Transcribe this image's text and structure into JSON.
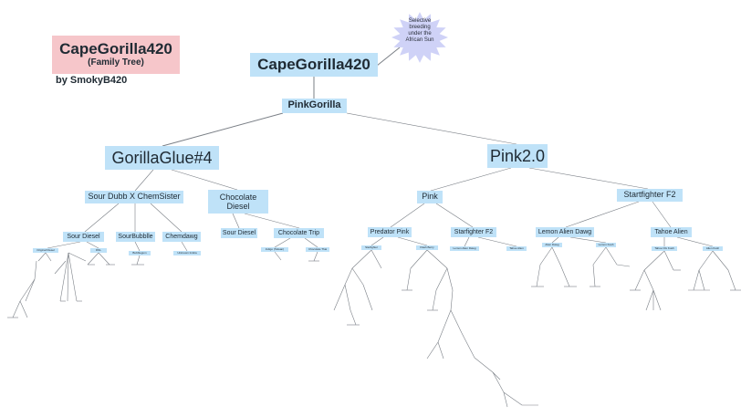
{
  "title": {
    "main": "CapeGorilla420",
    "subtitle": "(Family Tree)",
    "byline": "by SmokyB420"
  },
  "callout": {
    "lines": [
      "Selective",
      "breeding",
      "under the",
      "African Sun"
    ]
  },
  "colors": {
    "node_fill": "#bfe2f8",
    "title_fill": "#f6c6ca",
    "starburst_fill": "#cfd2f7",
    "line": "#7a7f86"
  },
  "tree": {
    "root": "CapeGorilla420",
    "level1": "PinkGorilla",
    "branches": [
      {
        "name": "GorillaGlue#4",
        "children": [
          {
            "name": "Sour Dubb X ChemSister",
            "children": [
              {
                "name": "Sour Diesel",
                "children": [
                  "Original Diesel",
                  "DNL"
                ]
              },
              {
                "name": "SourBubblle",
                "children": [
                  "Bubblegum"
                ]
              },
              {
                "name": "Chemdawg",
                "children": [
                  "Unknown Indica"
                ]
              }
            ]
          },
          {
            "name": "Chocolate Diesel",
            "children": [
              {
                "name": "Sour Diesel",
                "children": []
              },
              {
                "name": "Chocolate Trip",
                "children": [
                  "Indigo (Taiwan)",
                  "Chocolate Thai"
                ]
              }
            ]
          }
        ]
      },
      {
        "name": "Pink2.0",
        "children": [
          {
            "name": "Pink",
            "children": [
              {
                "name": "Predator Pink",
                "children": [
                  "Starfighter",
                  "Flash Berry"
                ]
              },
              {
                "name": "Starfighter F2",
                "children": [
                  "Lemon Alien Dawg",
                  "Tahoe Alien"
                ]
              }
            ]
          },
          {
            "name": "Startfighter F2",
            "children": [
              {
                "name": "Lemon Alien Dawg",
                "children": [
                  "Alien Dawg",
                  "Lemon Kush"
                ]
              },
              {
                "name": "Tahoe Alien",
                "children": [
                  "Tahoe OG Kush",
                  "Alien Kush"
                ]
              }
            ]
          }
        ]
      }
    ]
  }
}
